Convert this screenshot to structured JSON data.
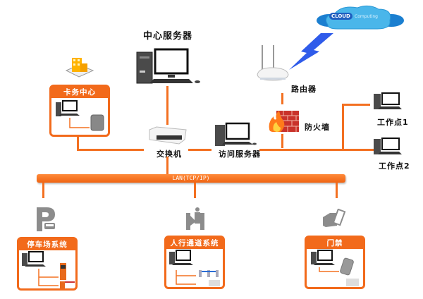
{
  "title": "中心服务器",
  "nodes": {
    "central_server": "中心服务器",
    "router": "路由器",
    "firewall": "防火墙",
    "switch": "交换机",
    "visitor_server": "访问服务器",
    "workstation_1": "工作点1",
    "workstation_2": "工作点2",
    "card_center": "卡务中心",
    "cloud_brand": "CLOUD",
    "cloud_sub": "Computing"
  },
  "lan_label": "LAN(TCP/IP)",
  "subsystems": [
    {
      "label": "停车场系统",
      "icon": "parking-icon"
    },
    {
      "label": "人行通道系统",
      "icon": "turnstile-icon"
    },
    {
      "label": "门禁",
      "icon": "card-swipe-icon"
    }
  ],
  "colors": {
    "accent": "#f26a1b",
    "cloud": "#3aa7e0",
    "lightning": "#2f5bea",
    "icon_gray": "#8c8c8c"
  }
}
